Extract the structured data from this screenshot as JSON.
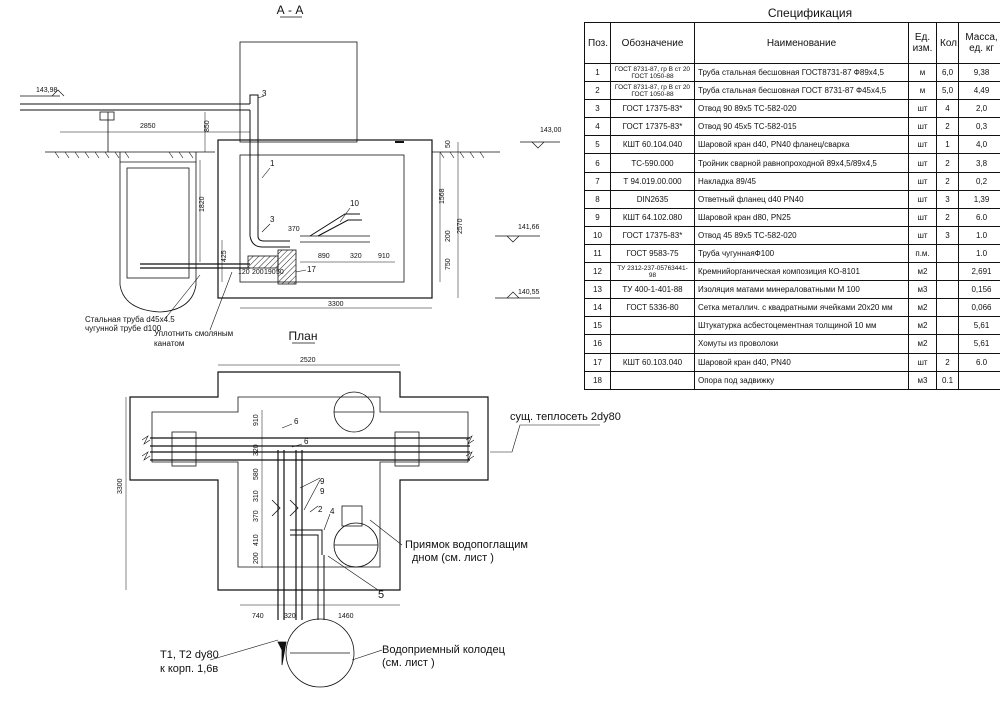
{
  "section": {
    "title": "А - А",
    "levels": [
      "143,98",
      "143,00",
      "141,66",
      "140,55"
    ],
    "dims": [
      "2850",
      "850",
      "1820",
      "425",
      "1568",
      "2570",
      "50",
      "200",
      "750",
      "370",
      "890",
      "320",
      "910",
      "120",
      "200",
      "190",
      "50",
      "3300"
    ],
    "callouts": [
      "3",
      "1",
      "3",
      "10",
      "17"
    ],
    "notes": [
      "Стальная труба d45х4.5",
      "чугунной трубе d100",
      "Уплотнить смоляным",
      "канатом"
    ]
  },
  "plan": {
    "title": "План",
    "dims": [
      "2520",
      "3300",
      "910",
      "320",
      "580",
      "310",
      "370",
      "410",
      "200",
      "740",
      "320",
      "1460"
    ],
    "callouts": [
      "6",
      "6",
      "9",
      "9",
      "2",
      "4",
      "5"
    ],
    "labels": [
      "сущ. теплосеть 2dy80",
      "Приямок водопоглащим",
      "дном (см. лист )",
      "Т1, Т2 dy80",
      "к корп. 1,6в",
      "Водоприемный колодец",
      "(см. лист )"
    ]
  },
  "spec": {
    "title": "Спецификация",
    "headers": [
      "Поз.",
      "Обозначение",
      "Наименование",
      "Ед. изм.",
      "Кол.",
      "Масса, ед. кг"
    ],
    "rows": [
      [
        "1",
        "ГОСТ 8731-87, гр В ст 20 ГОСТ 1050-88",
        "Труба стальная бесшовная ГОСТ8731-87     Ф89х4,5",
        "м",
        "6,0",
        "9,38"
      ],
      [
        "2",
        "ГОСТ 8731-87, гр В ст 20 ГОСТ 1050-88",
        "Труба стальная бесшовная  ГОСТ 8731-87   Ф45х4,5",
        "м",
        "5,0",
        "4,49"
      ],
      [
        "3",
        "ГОСТ 17375-83*",
        "Отвод 90  89х5 ТС-582-020",
        "шт",
        "4",
        "2,0"
      ],
      [
        "4",
        "ГОСТ 17375-83*",
        "Отвод 90  45х5 ТС-582-015",
        "шт",
        "2",
        "0,3"
      ],
      [
        "5",
        "КШТ 60.104.040",
        "Шаровой кран d40, PN40  фланец/сварка",
        "шт",
        "1",
        "4,0"
      ],
      [
        "6",
        "ТС-590.000",
        "Тройник сварной равнопроходной 89х4,5/89х4,5",
        "шт",
        "2",
        "3,8"
      ],
      [
        "7",
        "Т 94.019.00.000",
        "Накладка 89/45",
        "шт",
        "2",
        "0,2"
      ],
      [
        "8",
        "DIN2635",
        "Ответный фланец d40 PN40",
        "шт",
        "3",
        "1,39"
      ],
      [
        "9",
        "КШТ 64.102.080",
        "Шаровой кран d80, PN25",
        "шт",
        "2",
        "6.0"
      ],
      [
        "10",
        "ГОСТ 17375-83*",
        "Отвод 45  89х5 ТС-582-020",
        "шт",
        "3",
        "1.0"
      ],
      [
        "11",
        "ГОСТ 9583-75",
        "Труба чугуннаяФ100",
        "п.м.",
        "",
        "1.0"
      ],
      [
        "12",
        "ТУ 2312-237-05763441-98",
        "Кремнийорганическая композиция КО-8101",
        "м2",
        "",
        "2,691"
      ],
      [
        "13",
        "ТУ 400-1-401-88",
        "Изоляция матами минераловатными М 100",
        "м3",
        "",
        "0,156"
      ],
      [
        "14",
        "ГОСТ 5336-80",
        "Сетка  металлич. с квадратными ячейками 20х20 мм",
        "м2",
        "",
        "0,066"
      ],
      [
        "15",
        "",
        "Штукатурка асбестоцементная толщиной 10 мм",
        "м2",
        "",
        "5,61"
      ],
      [
        "16",
        "",
        "Хомуты из проволоки",
        "м2",
        "",
        "5,61"
      ],
      [
        "17",
        "КШТ 60.103.040",
        "Шаровой кран d40, PN40",
        "шт",
        "2",
        "6.0"
      ],
      [
        "18",
        "",
        "Опора под задвижку",
        "м3",
        "0.1",
        ""
      ]
    ]
  }
}
